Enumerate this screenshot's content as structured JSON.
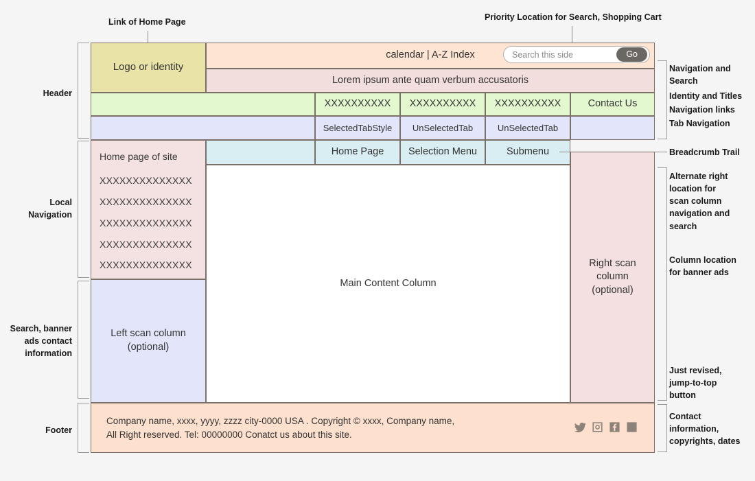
{
  "annotations": {
    "top": [
      {
        "id": "link-home-page",
        "text": "Link of Home Page"
      },
      {
        "id": "priority-search-cart",
        "text": "Priority Location for Search, Shopping Cart"
      }
    ],
    "left": [
      {
        "id": "header",
        "text": "Header"
      },
      {
        "id": "local-navigation",
        "text": "Local\nNavigation"
      },
      {
        "id": "search-banner-contact",
        "text": "Search, banner\nads contact\ninformation"
      },
      {
        "id": "footer",
        "text": "Footer"
      }
    ],
    "right": [
      {
        "id": "navigation-and-search",
        "text": "Navigation and\nSearch"
      },
      {
        "id": "identity-and-titles",
        "text": "Identity and Titles"
      },
      {
        "id": "navigation-links",
        "text": "Navigation links"
      },
      {
        "id": "tab-navigation",
        "text": "Tab Navigation"
      },
      {
        "id": "breadcrumb-trail",
        "text": "Breadcrumb Trail"
      },
      {
        "id": "alternate-right-location",
        "text": "Alternate right\nlocation for\nscan column\nnavigation and\nsearch"
      },
      {
        "id": "column-banner-ads",
        "text": "Column location\nfor banner ads"
      },
      {
        "id": "just-revised-jump-top",
        "text": "Just revised,\njump-to-top\nbutton"
      },
      {
        "id": "contact-copyright-dates",
        "text": "Contact\ninformation,\ncopyrights, dates"
      }
    ]
  },
  "wireframe": {
    "logo": "Logo or identity",
    "utility_bar": "calendar | A-Z Index",
    "search": {
      "placeholder": "Search this side",
      "button_label": "Go"
    },
    "tagline": "Lorem ipsum ante quam verbum accusatoris",
    "nav_links": [
      "XXXXXXXXXX",
      "XXXXXXXXXX",
      "XXXXXXXXXX",
      "Contact Us"
    ],
    "tabs": [
      "SelectedTabStyle",
      "UnSelectedTab",
      "UnSelectedTab"
    ],
    "breadcrumb": [
      "Home Page",
      "Selection Menu",
      "Submenu"
    ],
    "local_nav": [
      "Home page of site",
      "XXXXXXXXXXXXXX",
      "XXXXXXXXXXXXXX",
      "XXXXXXXXXXXXXX",
      "XXXXXXXXXXXXXX",
      "XXXXXXXXXXXXXX"
    ],
    "main_content": "Main Content Column",
    "left_scan": "Left scan column\n(optional)",
    "right_scan": "Right scan\ncolumn\n(optional)",
    "footer": {
      "text": "Company name, xxxx, yyyy, zzzz city-0000 USA . Copyright © xxxx, Company name,\nAll Right reserved. Tel: 00000000 Conatct us about this site.",
      "social": [
        "twitter-icon",
        "instagram-icon",
        "facebook-icon",
        "linkedin-icon"
      ]
    }
  },
  "colors": {
    "logo": "#e9e3a8",
    "utility": "#fde4d3",
    "tagline": "#f3dede",
    "nav_links": "#e3f8cf",
    "tabs": "#e3e5fa",
    "breadcrumb": "#d9eef2",
    "local_nav": "#f4e2e2",
    "left_scan": "#e3e5fa",
    "right_scan": "#f4e0e0",
    "main": "#ffffff",
    "footer": "#fde0cd",
    "border": "#7a7068",
    "go_button": "#6b6762",
    "page_bg": "#f5f5f5"
  }
}
